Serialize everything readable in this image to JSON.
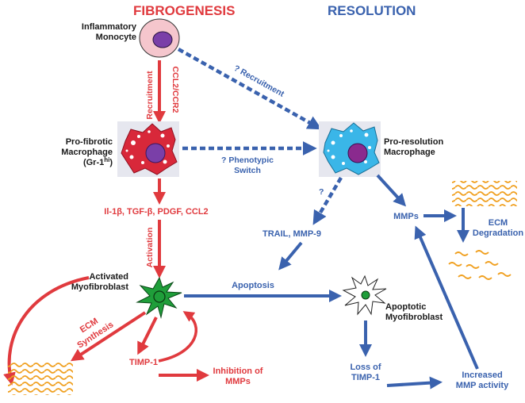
{
  "headings": {
    "left": "FIBROGENESIS",
    "right": "RESOLUTION"
  },
  "nodes": {
    "monocyte": [
      "Inflammatory",
      "Monocyte"
    ],
    "profibrotic": [
      "Pro-fibrotic",
      "Macrophage",
      "(Gr-1",
      "hi",
      ")"
    ],
    "proresolution": [
      "Pro-resolution",
      "Macrophage"
    ],
    "activated": [
      "Activated",
      "Myofibroblast"
    ],
    "apoptotic": [
      "Apoptotic",
      "Myofibroblast"
    ]
  },
  "labels": {
    "recruitment": "Recruitment",
    "ccl2": "CCL2/CCR2",
    "q_recruitment": "? Recruitment",
    "phenotypic": [
      "? Phenotypic",
      "Switch"
    ],
    "cytokines": "Il-1β, TGF-β, PDGF, CCL2",
    "activation": "Activation",
    "q_mark": "?",
    "trail": "TRAIL, MMP-9",
    "mmps": "MMPs",
    "ecm_degradation": [
      "ECM",
      "Degradation"
    ],
    "apoptosis": "Apoptosis",
    "ecm_synthesis": [
      "ECM",
      "Synthesis"
    ],
    "timp1": "TIMP-1",
    "inhibition": [
      "Inhibition of",
      "MMPs"
    ],
    "loss_timp": [
      "Loss of",
      "TIMP-1"
    ],
    "increased_mmp": [
      "Increased",
      "MMP activity"
    ]
  },
  "colors": {
    "fibrogenesis": "#e03a3e",
    "resolution": "#3a62ae",
    "myofibroblast": "#1f9e3a",
    "ecm": "#f0a020"
  }
}
